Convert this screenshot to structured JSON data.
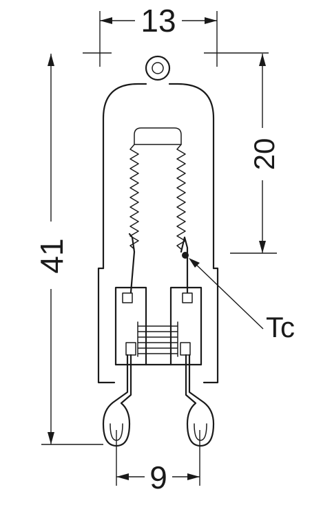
{
  "diagram": {
    "dimensions": {
      "width_top": "13",
      "height_total": "41",
      "height_capsule": "20",
      "pin_spacing": "9"
    },
    "marker_label": "Tc"
  }
}
